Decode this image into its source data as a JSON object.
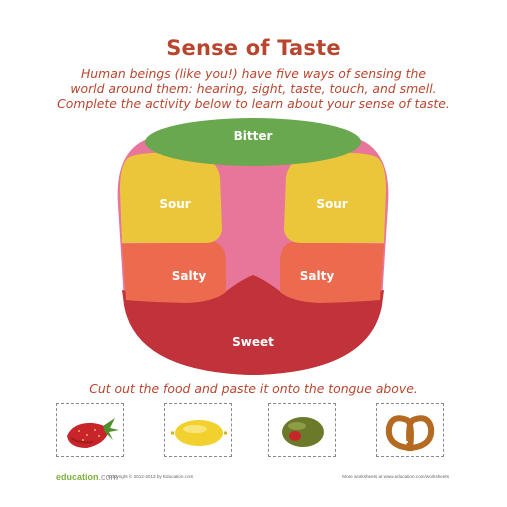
{
  "title": "Sense of Taste",
  "intro": {
    "line1": "Human beings (like you!) have five ways of sensing the",
    "line2": "world around them: hearing, sight, taste, touch, and smell.",
    "line3": "Complete the activity below to learn about your sense of taste."
  },
  "tongue": {
    "bitter": "Bitter",
    "sour_left": "Sour",
    "sour_right": "Sour",
    "salty_left": "Salty",
    "salty_right": "Salty",
    "sweet": "Sweet"
  },
  "colors": {
    "title": "#b8452d",
    "bitter": "#6aa84f",
    "sour": "#ecc63a",
    "salty": "#ec6a4e",
    "sweet": "#c1323b",
    "center": "#e8769a"
  },
  "instruction": "Cut out the food and paste it onto the tongue above.",
  "foods": [
    {
      "name": "strawberry-icon"
    },
    {
      "name": "lemon-icon"
    },
    {
      "name": "olive-icon"
    },
    {
      "name": "pretzel-icon"
    }
  ],
  "footer": {
    "logo_main": "education",
    "logo_suffix": ".com",
    "copyright": "Copyright © 2012-2013 by Education.com",
    "more": "More worksheets at www.education.com/worksheets"
  }
}
